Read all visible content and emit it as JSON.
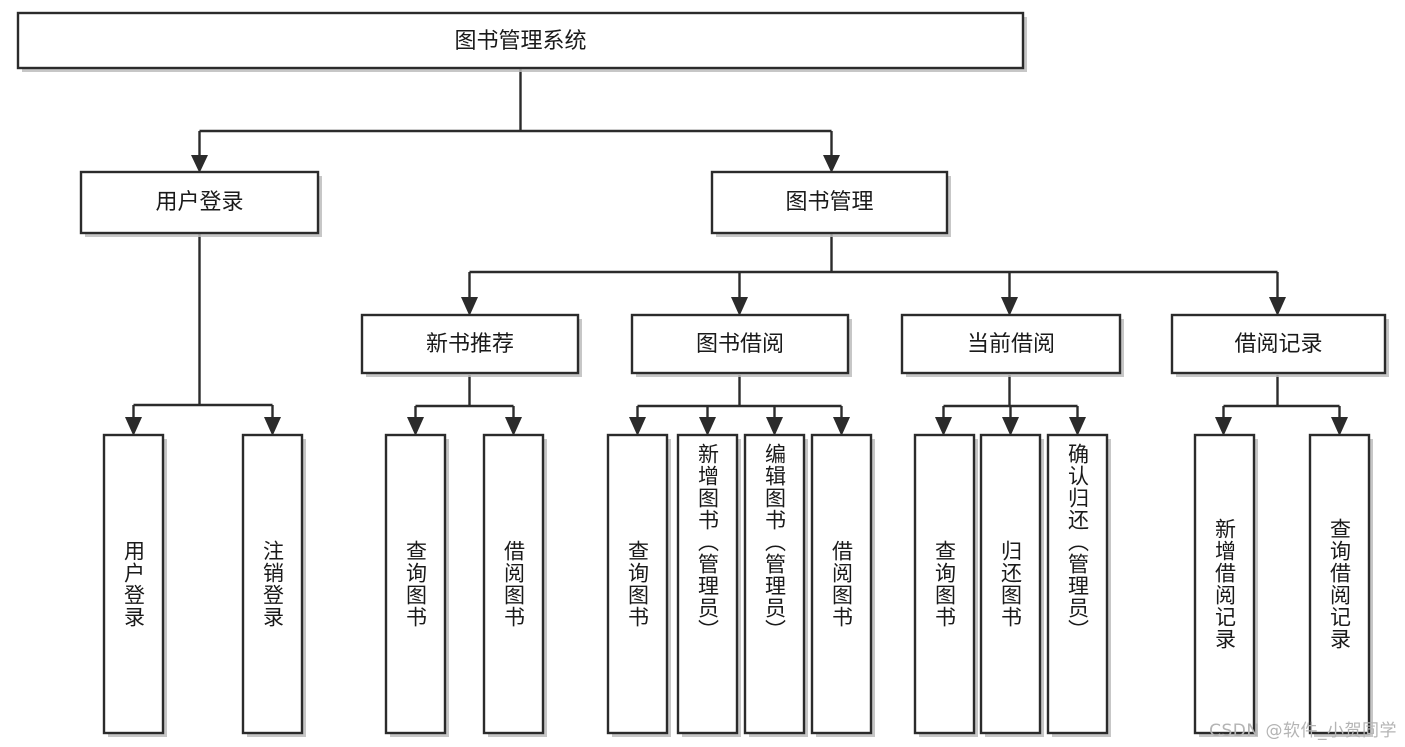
{
  "diagram": {
    "type": "tree-hierarchy",
    "title": "图书管理系统",
    "watermark": "CSDN @软件_小贺同学",
    "colors": {
      "box_stroke": "#2b2b2b",
      "box_fill": "#ffffff",
      "connector": "#2b2b2b",
      "shadow": "#bdbdbd",
      "text": "#1a1a1a",
      "watermark": "#b4b4b4"
    },
    "root": {
      "id": "root",
      "label": "图书管理系统"
    },
    "level2": [
      {
        "id": "user-login",
        "label": "用户登录"
      },
      {
        "id": "book-manage",
        "label": "图书管理"
      }
    ],
    "level3": [
      {
        "id": "new-book-rec",
        "label": "新书推荐",
        "parent": "book-manage"
      },
      {
        "id": "book-borrow",
        "label": "图书借阅",
        "parent": "book-manage"
      },
      {
        "id": "current-borrow",
        "label": "当前借阅",
        "parent": "book-manage"
      },
      {
        "id": "borrow-record",
        "label": "借阅记录",
        "parent": "book-manage"
      }
    ],
    "leaves": [
      {
        "id": "leaf-user-login",
        "label": "用户登录",
        "parent": "user-login"
      },
      {
        "id": "leaf-logout",
        "label": "注销登录",
        "parent": "user-login"
      },
      {
        "id": "leaf-query-book-1",
        "label": "查询图书",
        "parent": "new-book-rec"
      },
      {
        "id": "leaf-borrow-book-1",
        "label": "借阅图书",
        "parent": "new-book-rec"
      },
      {
        "id": "leaf-query-book-2",
        "label": "查询图书",
        "parent": "book-borrow"
      },
      {
        "id": "leaf-add-book",
        "label": "新增图书（管理员）",
        "parent": "book-borrow"
      },
      {
        "id": "leaf-edit-book",
        "label": "编辑图书（管理员）",
        "parent": "book-borrow"
      },
      {
        "id": "leaf-borrow-book-2",
        "label": "借阅图书",
        "parent": "book-borrow"
      },
      {
        "id": "leaf-query-book-3",
        "label": "查询图书",
        "parent": "current-borrow"
      },
      {
        "id": "leaf-return-book",
        "label": "归还图书",
        "parent": "current-borrow"
      },
      {
        "id": "leaf-confirm-return",
        "label": "确认归还（管理员）",
        "parent": "current-borrow"
      },
      {
        "id": "leaf-add-record",
        "label": "新增借阅记录",
        "parent": "borrow-record"
      },
      {
        "id": "leaf-query-record",
        "label": "查询借阅记录",
        "parent": "borrow-record"
      }
    ]
  }
}
